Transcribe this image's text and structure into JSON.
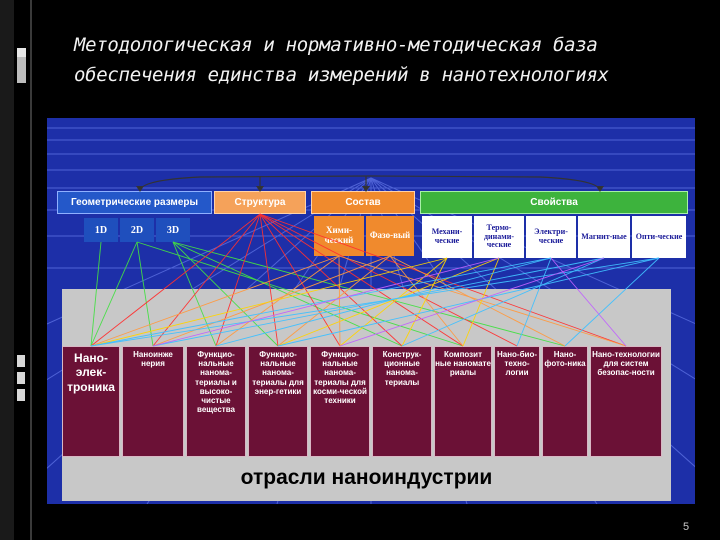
{
  "title": {
    "line1": "Методологическая и нормативно-методическая база",
    "line2": "обеспечения единства измерений в нанотехнологиях"
  },
  "categories": [
    {
      "label": "Геометрические размеры",
      "subs": [
        "1D",
        "2D",
        "3D"
      ]
    },
    {
      "label": "Структура",
      "subs": []
    },
    {
      "label": "Состав",
      "subs": [
        "Хими-ческий",
        "Фазо-вый"
      ]
    },
    {
      "label": "Свойства",
      "subs": [
        "Механи-ческие",
        "Термо-динами-ческие",
        "Электри-ческие",
        "Магнит-ные",
        "Опти-ческие"
      ]
    }
  ],
  "industries": [
    "Нано-элек-троника",
    "Наноинже нерия",
    "Функцио-нальные нанома-териалы и высоко-чистые вещества",
    "Функцио-нальные нанома-териалы для энер-гетики",
    "Функцио-нальные нанома-териалы для косми-ческой техники",
    "Конструк-ционные нанома-териалы",
    "Композит ные наномате риалы",
    "Нано-био-техно-логии",
    "Нано-фото-ника",
    "Нано-технологии для систем безопас-ности"
  ],
  "footer": "отрасли наноиндустрии",
  "page_number": "5",
  "colors": {
    "panel": "#1d2fa8",
    "industry_box": "#6b1136",
    "geometry": "#2458c9",
    "structure": "#f5a25a",
    "composition": "#f08a2d",
    "properties": "#3db33d"
  }
}
